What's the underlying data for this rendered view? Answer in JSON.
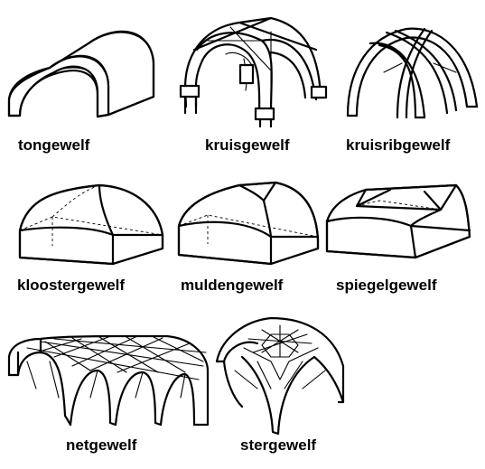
{
  "labels": [
    "tongewelf",
    "kruisgewelf",
    "kruisribgewelf",
    "kloostergewelf",
    "muldengewelf",
    "spiegelgewelf",
    "netgewelf",
    "stergewelf"
  ]
}
